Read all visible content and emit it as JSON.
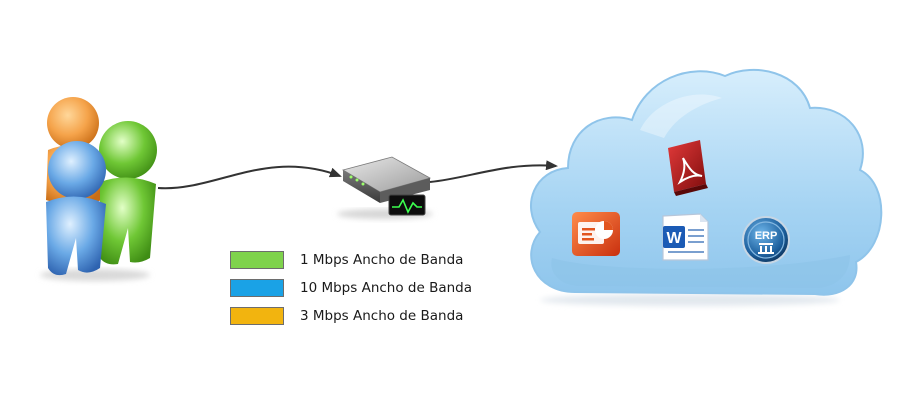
{
  "legend": {
    "items": [
      {
        "label": "1 Mbps Ancho de Banda",
        "color": "#7fd34c"
      },
      {
        "label": "10 Mbps Ancho de Banda",
        "color": "#1aa2e6"
      },
      {
        "label": "3 Mbps Ancho de Banda",
        "color": "#f2b40f"
      }
    ]
  },
  "icons": {
    "users": "users-group-icon",
    "modem": "network-modem-icon",
    "cloud": "cloud-icon",
    "pdf": "pdf-document-icon",
    "presentation": "presentation-app-icon",
    "word": "word-document-icon",
    "erp": "erp-app-icon"
  },
  "app_badges": {
    "word_letter": "W",
    "erp_text": "ERP"
  },
  "colors": {
    "connector": "#333333",
    "cloud_fill": "#a9d6f3",
    "cloud_edge": "#8cc3e8"
  }
}
